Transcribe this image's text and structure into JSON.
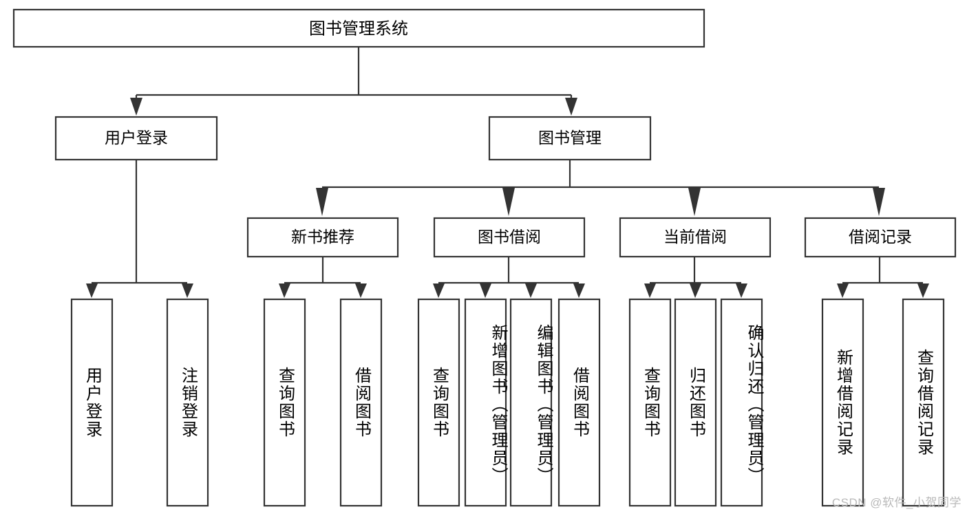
{
  "diagram": {
    "type": "tree",
    "title": "图书管理系统",
    "watermark": "CSDN @软件_小贺同学",
    "colors": {
      "box_stroke": "#333333",
      "box_fill": "#ffffff",
      "text": "#000000",
      "background": "#ffffff",
      "watermark": "#b9b9b9"
    },
    "root": {
      "label": "图书管理系统"
    },
    "level2": [
      {
        "label": "用户登录"
      },
      {
        "label": "图书管理"
      }
    ],
    "level3": [
      {
        "label": "新书推荐"
      },
      {
        "label": "图书借阅"
      },
      {
        "label": "当前借阅"
      },
      {
        "label": "借阅记录"
      }
    ],
    "leaves": [
      {
        "label": "用户登录",
        "parent": "用户登录"
      },
      {
        "label": "注销登录",
        "parent": "用户登录"
      },
      {
        "label": "查询图书",
        "parent": "新书推荐"
      },
      {
        "label": "借阅图书",
        "parent": "新书推荐"
      },
      {
        "label": "查询图书",
        "parent": "图书借阅"
      },
      {
        "label": "新增图书（管理员）",
        "parent": "图书借阅"
      },
      {
        "label": "编辑图书（管理员）",
        "parent": "图书借阅"
      },
      {
        "label": "借阅图书",
        "parent": "图书借阅"
      },
      {
        "label": "查询图书",
        "parent": "当前借阅"
      },
      {
        "label": "归还图书",
        "parent": "当前借阅"
      },
      {
        "label": "确认归还（管理员）",
        "parent": "当前借阅"
      },
      {
        "label": "新增借阅记录",
        "parent": "借阅记录"
      },
      {
        "label": "查询借阅记录",
        "parent": "借阅记录"
      }
    ]
  }
}
